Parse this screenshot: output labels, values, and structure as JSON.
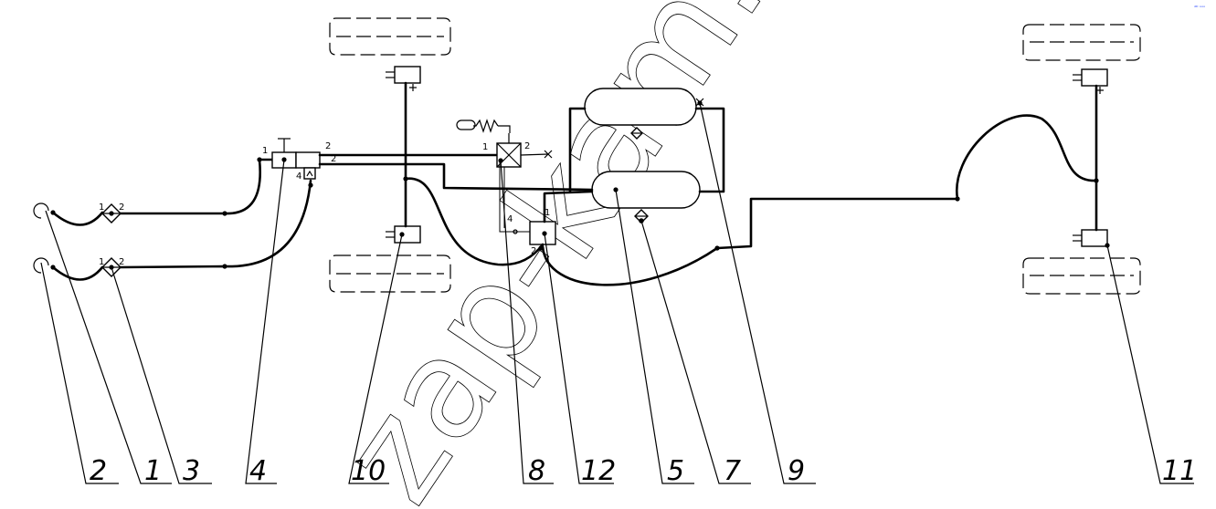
{
  "watermark": "zap-kam.ru",
  "corner_mark": "ᵈᴰ ᵒᵒᵒ",
  "callouts": [
    "2",
    "1",
    "3",
    "4",
    "10",
    "8",
    "12",
    "5",
    "7",
    "9",
    "11"
  ],
  "ports": {
    "filter_upper_in": "1",
    "filter_upper_out": "2",
    "filter_lower_in": "1",
    "filter_lower_out": "2",
    "valve4_in": "1",
    "valve4_out_a": "2",
    "valve4_out_b": "2",
    "valve4_ctrl": "4",
    "valve8_in": "1",
    "valve8_out": "2",
    "valve12_in": "1",
    "valve12_out": "2",
    "valve12_ctrl": "4"
  },
  "colors": {
    "line": "#000000",
    "background": "#ffffff",
    "corner_mark": "#1a3cff"
  }
}
